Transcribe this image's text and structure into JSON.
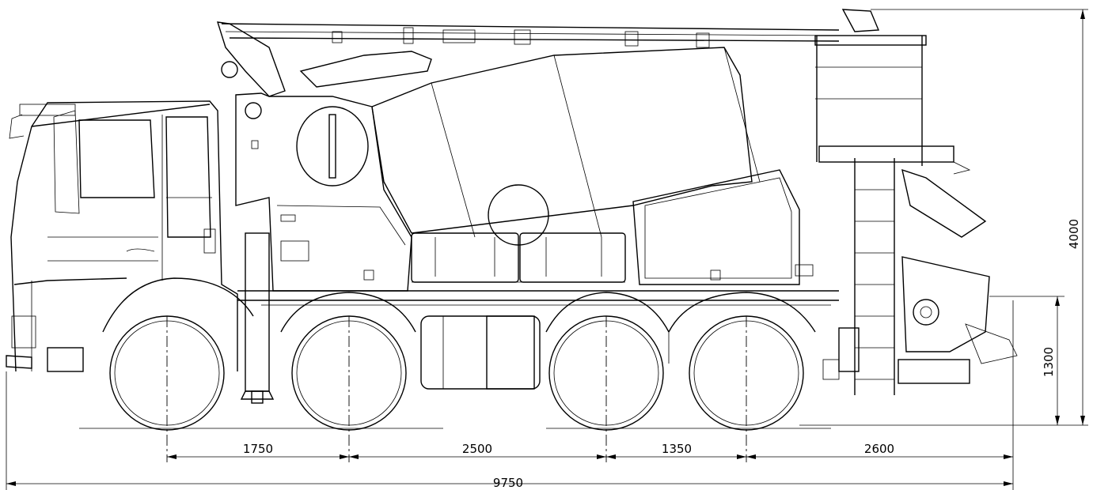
{
  "drawing": {
    "subject": "truck-mounted concrete mixer pump",
    "dimensions": {
      "axle_1_to_2": "1750",
      "axle_2_to_3": "2500",
      "axle_3_to_4": "1350",
      "rear_overhang": "2600",
      "overall_length": "9750",
      "overall_height": "4000",
      "hopper_height": "1300"
    }
  }
}
